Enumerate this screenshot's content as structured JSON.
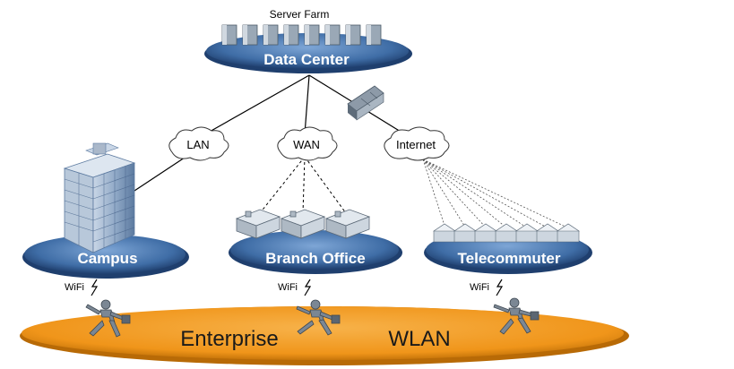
{
  "colors": {
    "platform": "#4a78b0",
    "platform_dark": "#1f3f6e",
    "wlan": "#f29a1e",
    "wlan_dark": "#c8760a",
    "link": "#000000"
  },
  "data_center": {
    "top_label": "Server Farm",
    "label": "Data Center"
  },
  "clouds": {
    "lan": "LAN",
    "wan": "WAN",
    "internet": "Internet"
  },
  "sites": {
    "campus": "Campus",
    "branch": "Branch Office",
    "telecommuter": "Telecommuter"
  },
  "wifi": {
    "campus": "WiFi",
    "branch": "WiFi",
    "telecommuter": "WiFi"
  },
  "wlan": {
    "word1": "Enterprise",
    "word2": "WLAN"
  },
  "icons": [
    "server-icon",
    "firewall-icon",
    "cloud-icon",
    "building-icon",
    "house-icon",
    "wifi-bolt-icon",
    "person-icon"
  ]
}
